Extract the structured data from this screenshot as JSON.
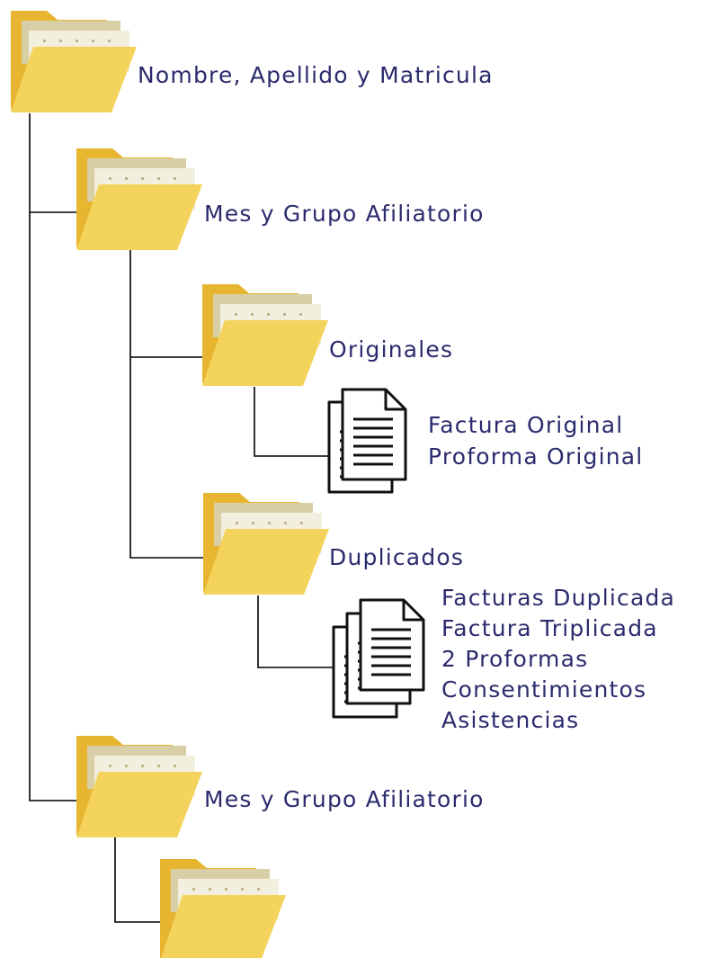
{
  "colors": {
    "folder_back": "#e7b530",
    "folder_front": "#f3d35b",
    "paper_back": "#d9cfa6",
    "paper_front": "#f3efde",
    "label_text": "#2b2b6e",
    "connector": "#000000"
  },
  "icons": {
    "folder": "folder-icon",
    "documents": "document-stack-icon"
  },
  "tree": {
    "root": {
      "label": "Nombre, Apellido y Matricula"
    },
    "month_group_1": {
      "label": "Mes y Grupo Afiliatorio",
      "originales": {
        "label": "Originales",
        "documents": [
          "Factura Original",
          "Proforma Original"
        ]
      },
      "duplicados": {
        "label": "Duplicados",
        "documents": [
          "Facturas Duplicada",
          "Factura Triplicada",
          "2 Proformas",
          "Consentimientos",
          "Asistencias"
        ]
      }
    },
    "month_group_2": {
      "label": "Mes y Grupo Afiliatorio"
    }
  }
}
